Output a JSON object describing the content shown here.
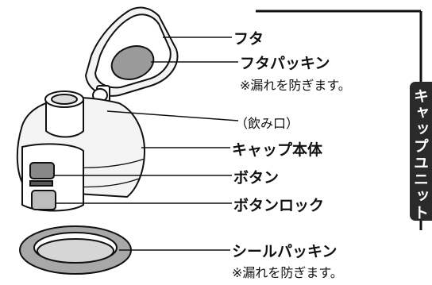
{
  "labels": {
    "futa": "フタ",
    "futa_packing": "フタパッキン",
    "futa_packing_note": "※漏れを防ぎます。",
    "nomikuchi": "（飲み口）",
    "cap_body": "キャップ本体",
    "button": "ボタン",
    "button_lock": "ボタンロック",
    "seal_packing": "シールパッキン",
    "seal_packing_note": "※漏れを防ぎます。"
  },
  "side_tab": {
    "text": "キャップユニット"
  },
  "colors": {
    "ink": "#111111",
    "part_fill": "#f4f4f4",
    "packing_gray": "#9a9a9a",
    "tab_dark": "#2a2a2a"
  }
}
